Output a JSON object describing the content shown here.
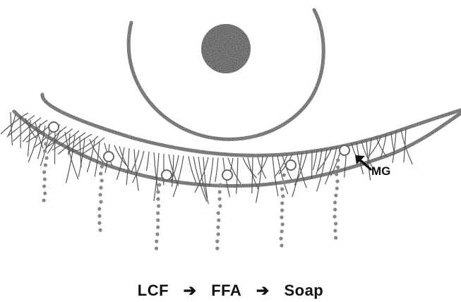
{
  "labels": {
    "gland": "MG"
  },
  "caption": {
    "step1": "LCF",
    "step2": "FFA",
    "step3": "Soap",
    "arrow_icon": "right-arrow-icon"
  },
  "colors": {
    "ink": "#4a4a4a",
    "pupil": "#3c3c3c"
  }
}
